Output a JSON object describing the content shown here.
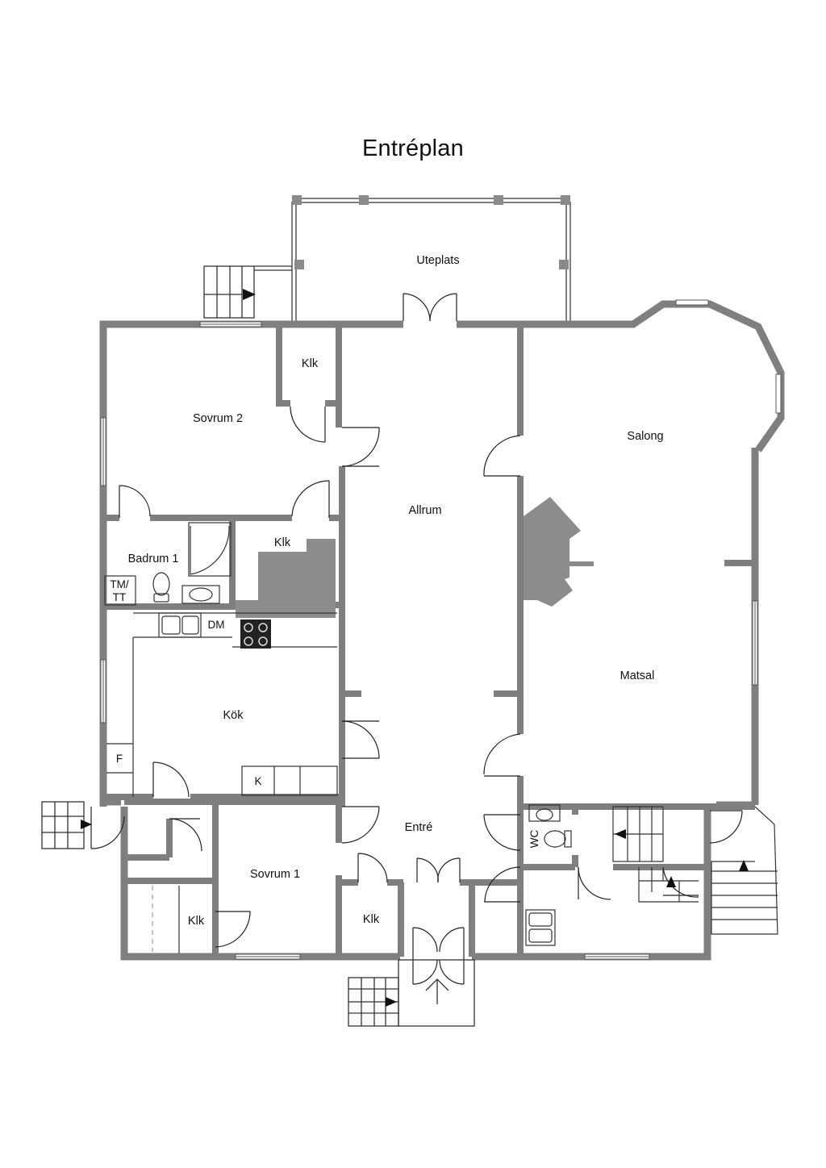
{
  "title": "Entréplan",
  "rooms": {
    "uteplats": "Uteplats",
    "sovrum2": "Sovrum 2",
    "klk_top": "Klk",
    "allrum": "Allrum",
    "salong": "Salong",
    "klk_mid": "Klk",
    "badrum1": "Badrum 1",
    "matsal": "Matsal",
    "kok": "Kök",
    "entre": "Entré",
    "sovrum1": "Sovrum 1",
    "klk_bl": "Klk",
    "klk_entre": "Klk",
    "wc": "WC"
  },
  "fixtures": {
    "tm": "TM/",
    "tt": "TT",
    "dm": "DM",
    "f": "F",
    "k": "K"
  },
  "colors": {
    "wall": "#7f7f7f",
    "wall_dark": "#6e6e6e",
    "fireplace": "#8c8c8c",
    "line": "#222222"
  }
}
